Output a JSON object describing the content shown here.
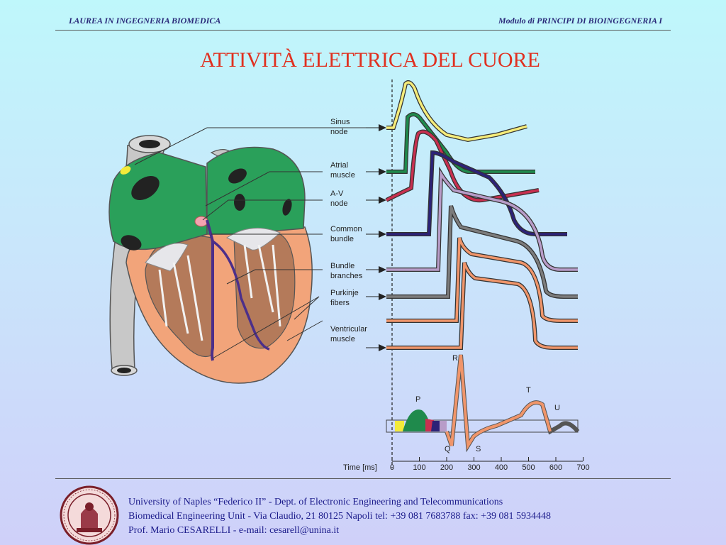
{
  "header": {
    "left": "LAUREA IN INGEGNERIA BIOMEDICA",
    "right": "Modulo di  PRINCIPI DI BIOINGEGNERIA I"
  },
  "title": "ATTIVITÀ ELETTRICA DEL CUORE",
  "labels": [
    {
      "line1": "Sinus",
      "line2": "node",
      "color": "#f5e27a"
    },
    {
      "line1": "Atrial",
      "line2": "muscle",
      "color": "#1f8a4c"
    },
    {
      "line1": "A-V",
      "line2": "node",
      "color": "#c83050"
    },
    {
      "line1": "Common",
      "line2": "bundle",
      "color": "#2c2277"
    },
    {
      "line1": "Bundle",
      "line2": "branches",
      "color": "#b89cc8"
    },
    {
      "line1": "Purkinje",
      "line2": "fibers",
      "color": "#7c7c7c"
    },
    {
      "line1": "Ventricular",
      "line2": "muscle",
      "color": "#f0956a"
    }
  ],
  "ecg": {
    "waves": [
      "P",
      "Q",
      "R",
      "S",
      "T",
      "U"
    ]
  },
  "axis": {
    "label": "Time [ms]",
    "ticks": [
      "0",
      "100",
      "200",
      "300",
      "400",
      "500",
      "600",
      "700"
    ]
  },
  "footer": {
    "line1": "University of Naples “Federico II” - Dept. of Electronic Engineering and Telecommunications",
    "line2": "Biomedical Engineering Unit - Via Claudio, 21  80125 Napoli  tel: +39 081 7683788   fax: +39 081 5934448",
    "line3": "Prof. Mario CESARELLI - e-mail: cesarell@unina.it"
  }
}
